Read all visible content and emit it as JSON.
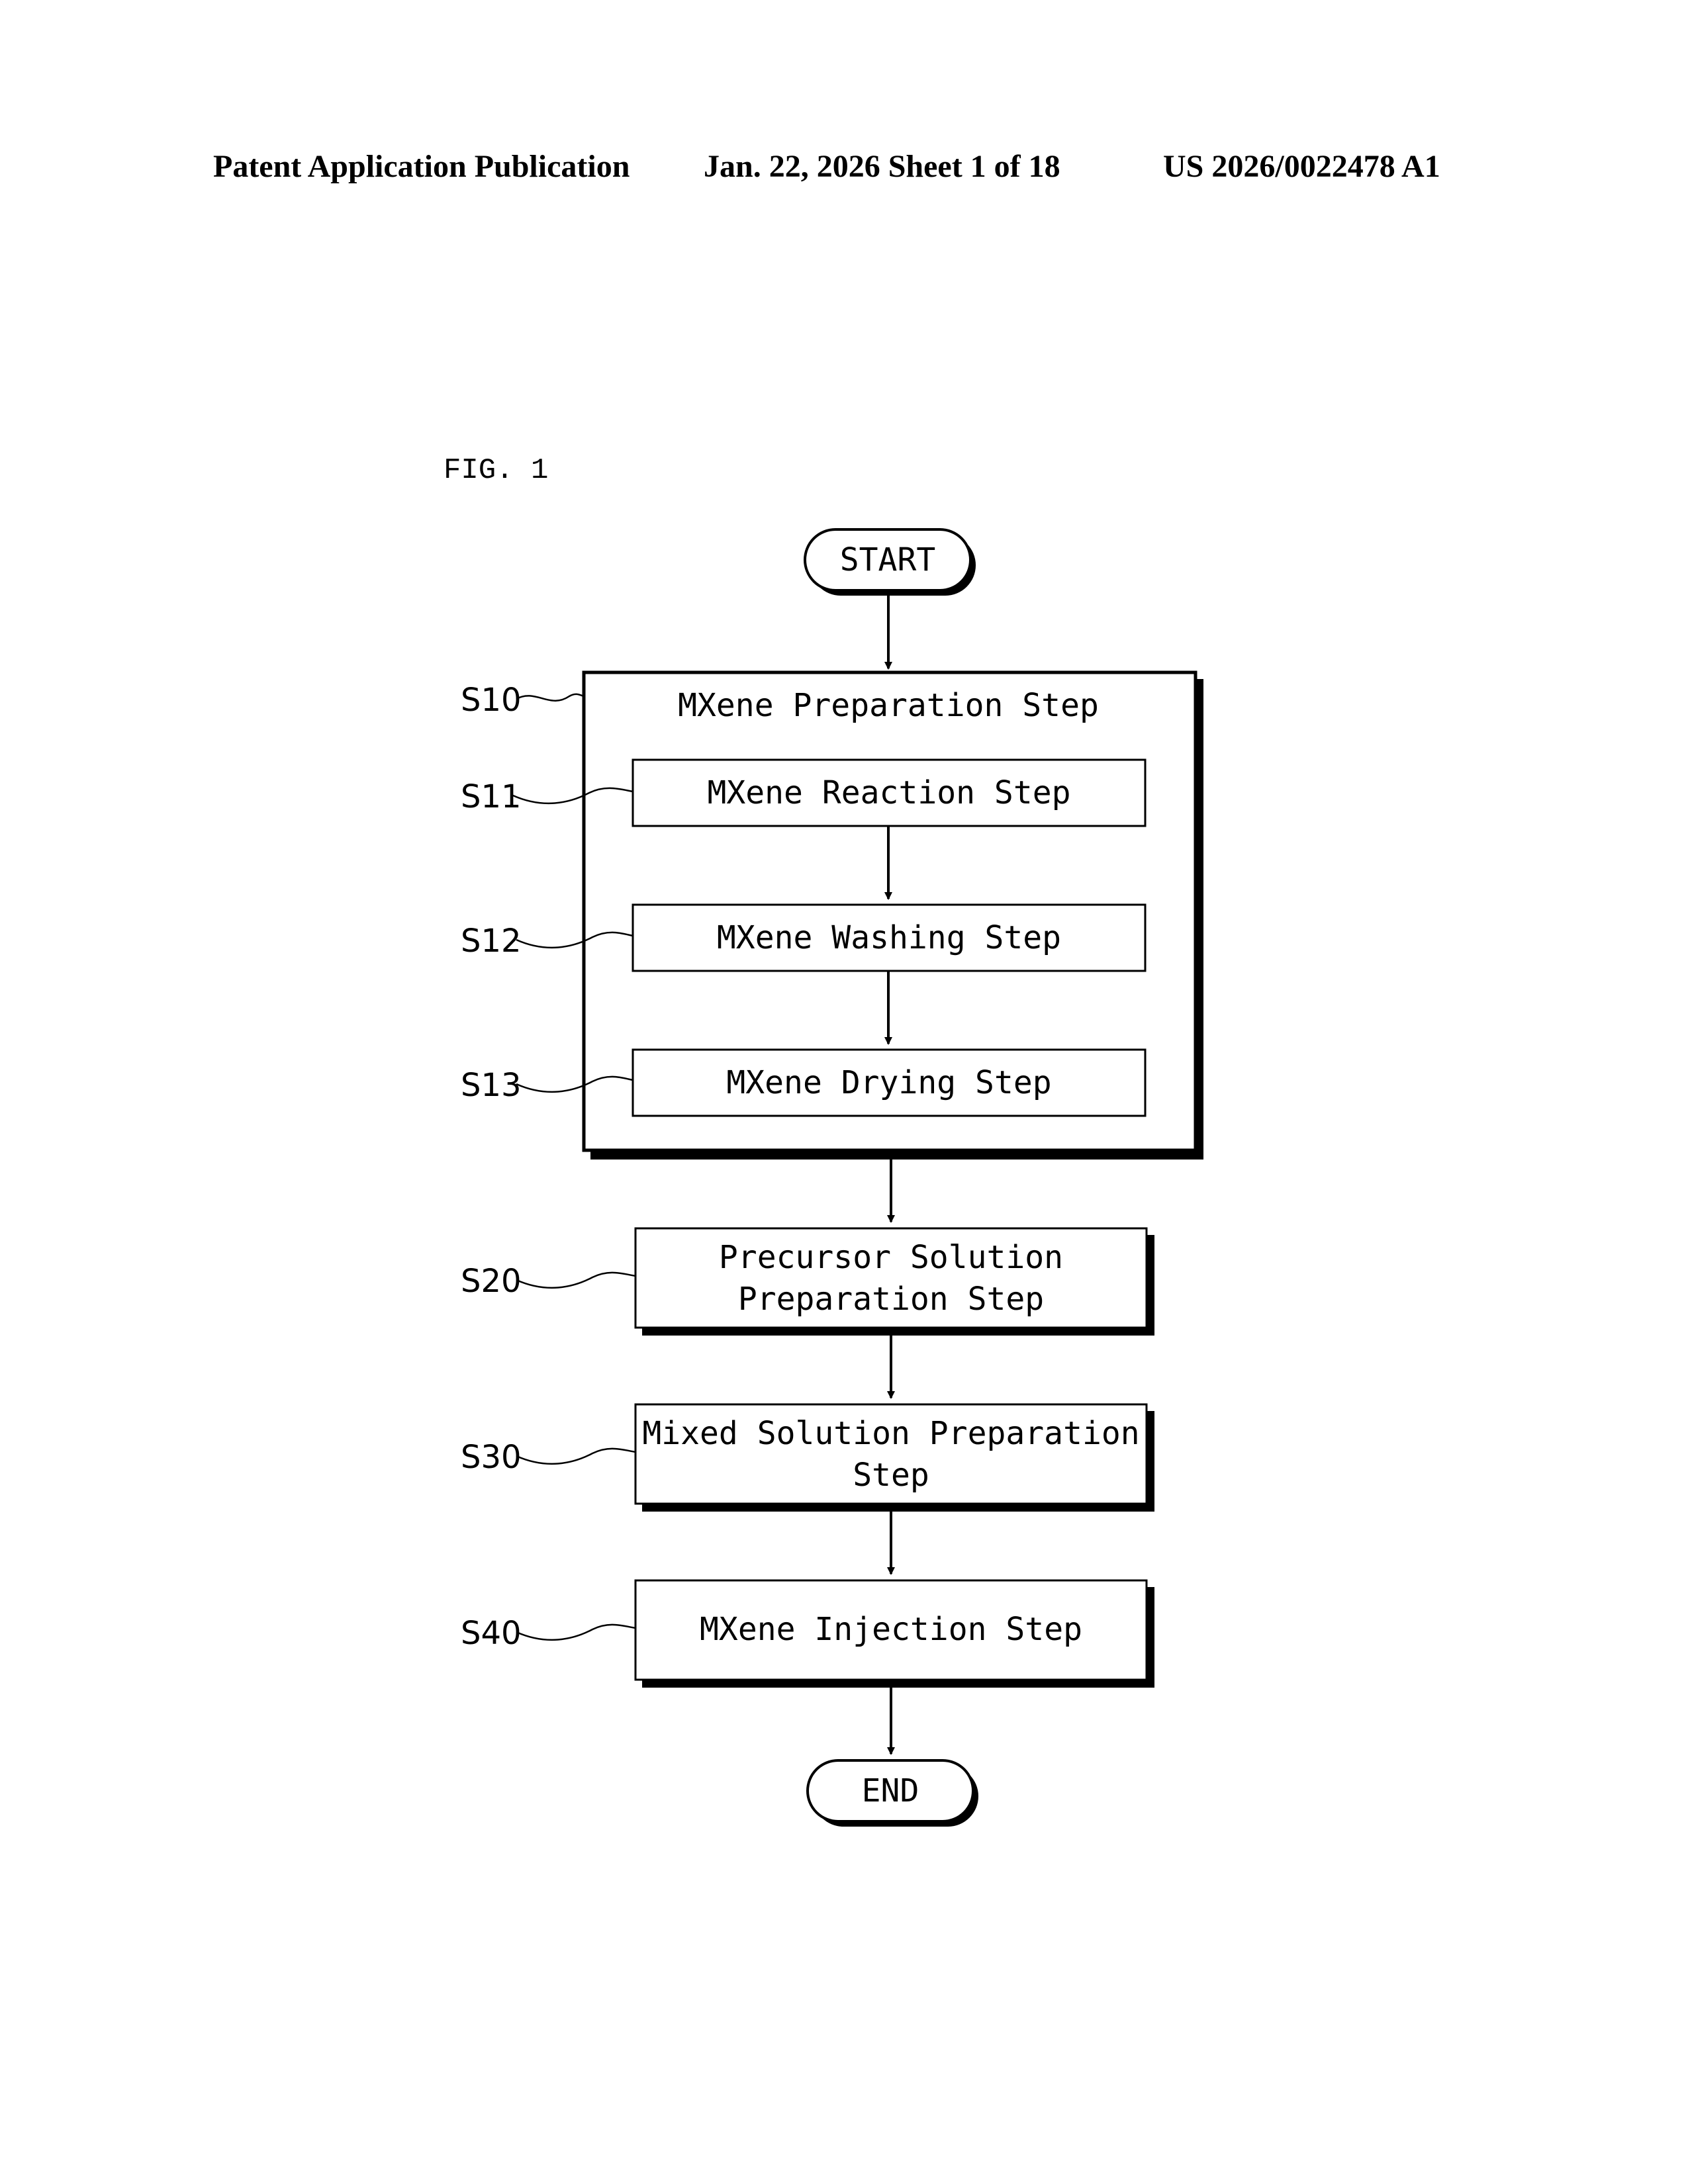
{
  "header": {
    "publication": "Patent Application Publication",
    "date_sheet": "Jan. 22, 2026  Sheet 1 of 18",
    "number": "US 2026/0022478 A1"
  },
  "figure": {
    "label": "FIG. 1"
  },
  "flowchart": {
    "start": "START",
    "end": "END",
    "s10": {
      "ref": "S10",
      "title": "MXene Preparation Step"
    },
    "s11": {
      "ref": "S11",
      "label": "MXene Reaction Step"
    },
    "s12": {
      "ref": "S12",
      "label": "MXene Washing Step"
    },
    "s13": {
      "ref": "S13",
      "label": "MXene Drying Step"
    },
    "s20": {
      "ref": "S20",
      "line1": "Precursor Solution",
      "line2": "Preparation Step"
    },
    "s30": {
      "ref": "S30",
      "line1": "Mixed Solution Preparation",
      "line2": "Step"
    },
    "s40": {
      "ref": "S40",
      "label": "MXene Injection Step"
    }
  }
}
